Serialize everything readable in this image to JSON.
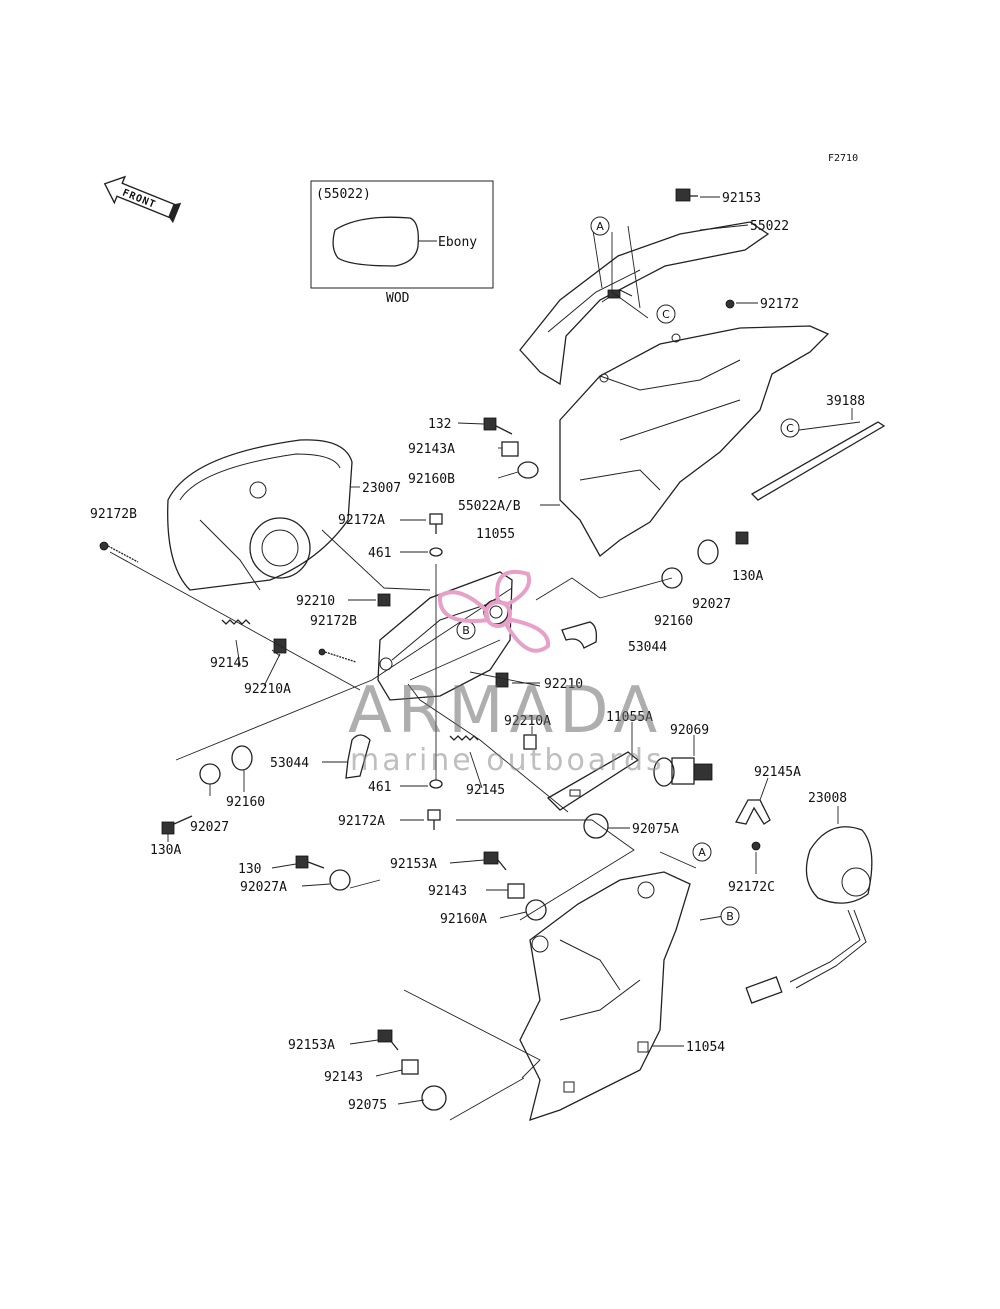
{
  "figure_code": "F2710",
  "front_marker": "FRONT",
  "inset": {
    "part_ref": "(55022)",
    "color_note": "Ebony",
    "market_code": "WOD"
  },
  "callouts": [
    "A",
    "C",
    "C",
    "B",
    "A",
    "B"
  ],
  "watermark": {
    "brand": "ARMADA",
    "tagline": "marine outboards",
    "accent_color": "#e8a0c8",
    "dark_color": "#6b6b6b"
  },
  "parts": [
    {
      "label": "92153"
    },
    {
      "label": "55022"
    },
    {
      "label": "92172"
    },
    {
      "label": "39188"
    },
    {
      "label": "132"
    },
    {
      "label": "92143A"
    },
    {
      "label": "92160B"
    },
    {
      "label": "55022A/B"
    },
    {
      "label": "23007"
    },
    {
      "label": "11055"
    },
    {
      "label": "92172A"
    },
    {
      "label": "461"
    },
    {
      "label": "92172B"
    },
    {
      "label": "92210"
    },
    {
      "label": "92172B"
    },
    {
      "label": "92145"
    },
    {
      "label": "92210A"
    },
    {
      "label": "130A"
    },
    {
      "label": "92027"
    },
    {
      "label": "92160"
    },
    {
      "label": "53044"
    },
    {
      "label": "92210"
    },
    {
      "label": "92210A"
    },
    {
      "label": "11055A"
    },
    {
      "label": "92069"
    },
    {
      "label": "53044"
    },
    {
      "label": "461"
    },
    {
      "label": "92145"
    },
    {
      "label": "92145A"
    },
    {
      "label": "23008"
    },
    {
      "label": "92160"
    },
    {
      "label": "92027"
    },
    {
      "label": "130A"
    },
    {
      "label": "92172A"
    },
    {
      "label": "92075A"
    },
    {
      "label": "130"
    },
    {
      "label": "92153A"
    },
    {
      "label": "92027A"
    },
    {
      "label": "92143"
    },
    {
      "label": "92172C"
    },
    {
      "label": "92160A"
    },
    {
      "label": "92153A"
    },
    {
      "label": "11054"
    },
    {
      "label": "92143"
    },
    {
      "label": "92075"
    }
  ]
}
